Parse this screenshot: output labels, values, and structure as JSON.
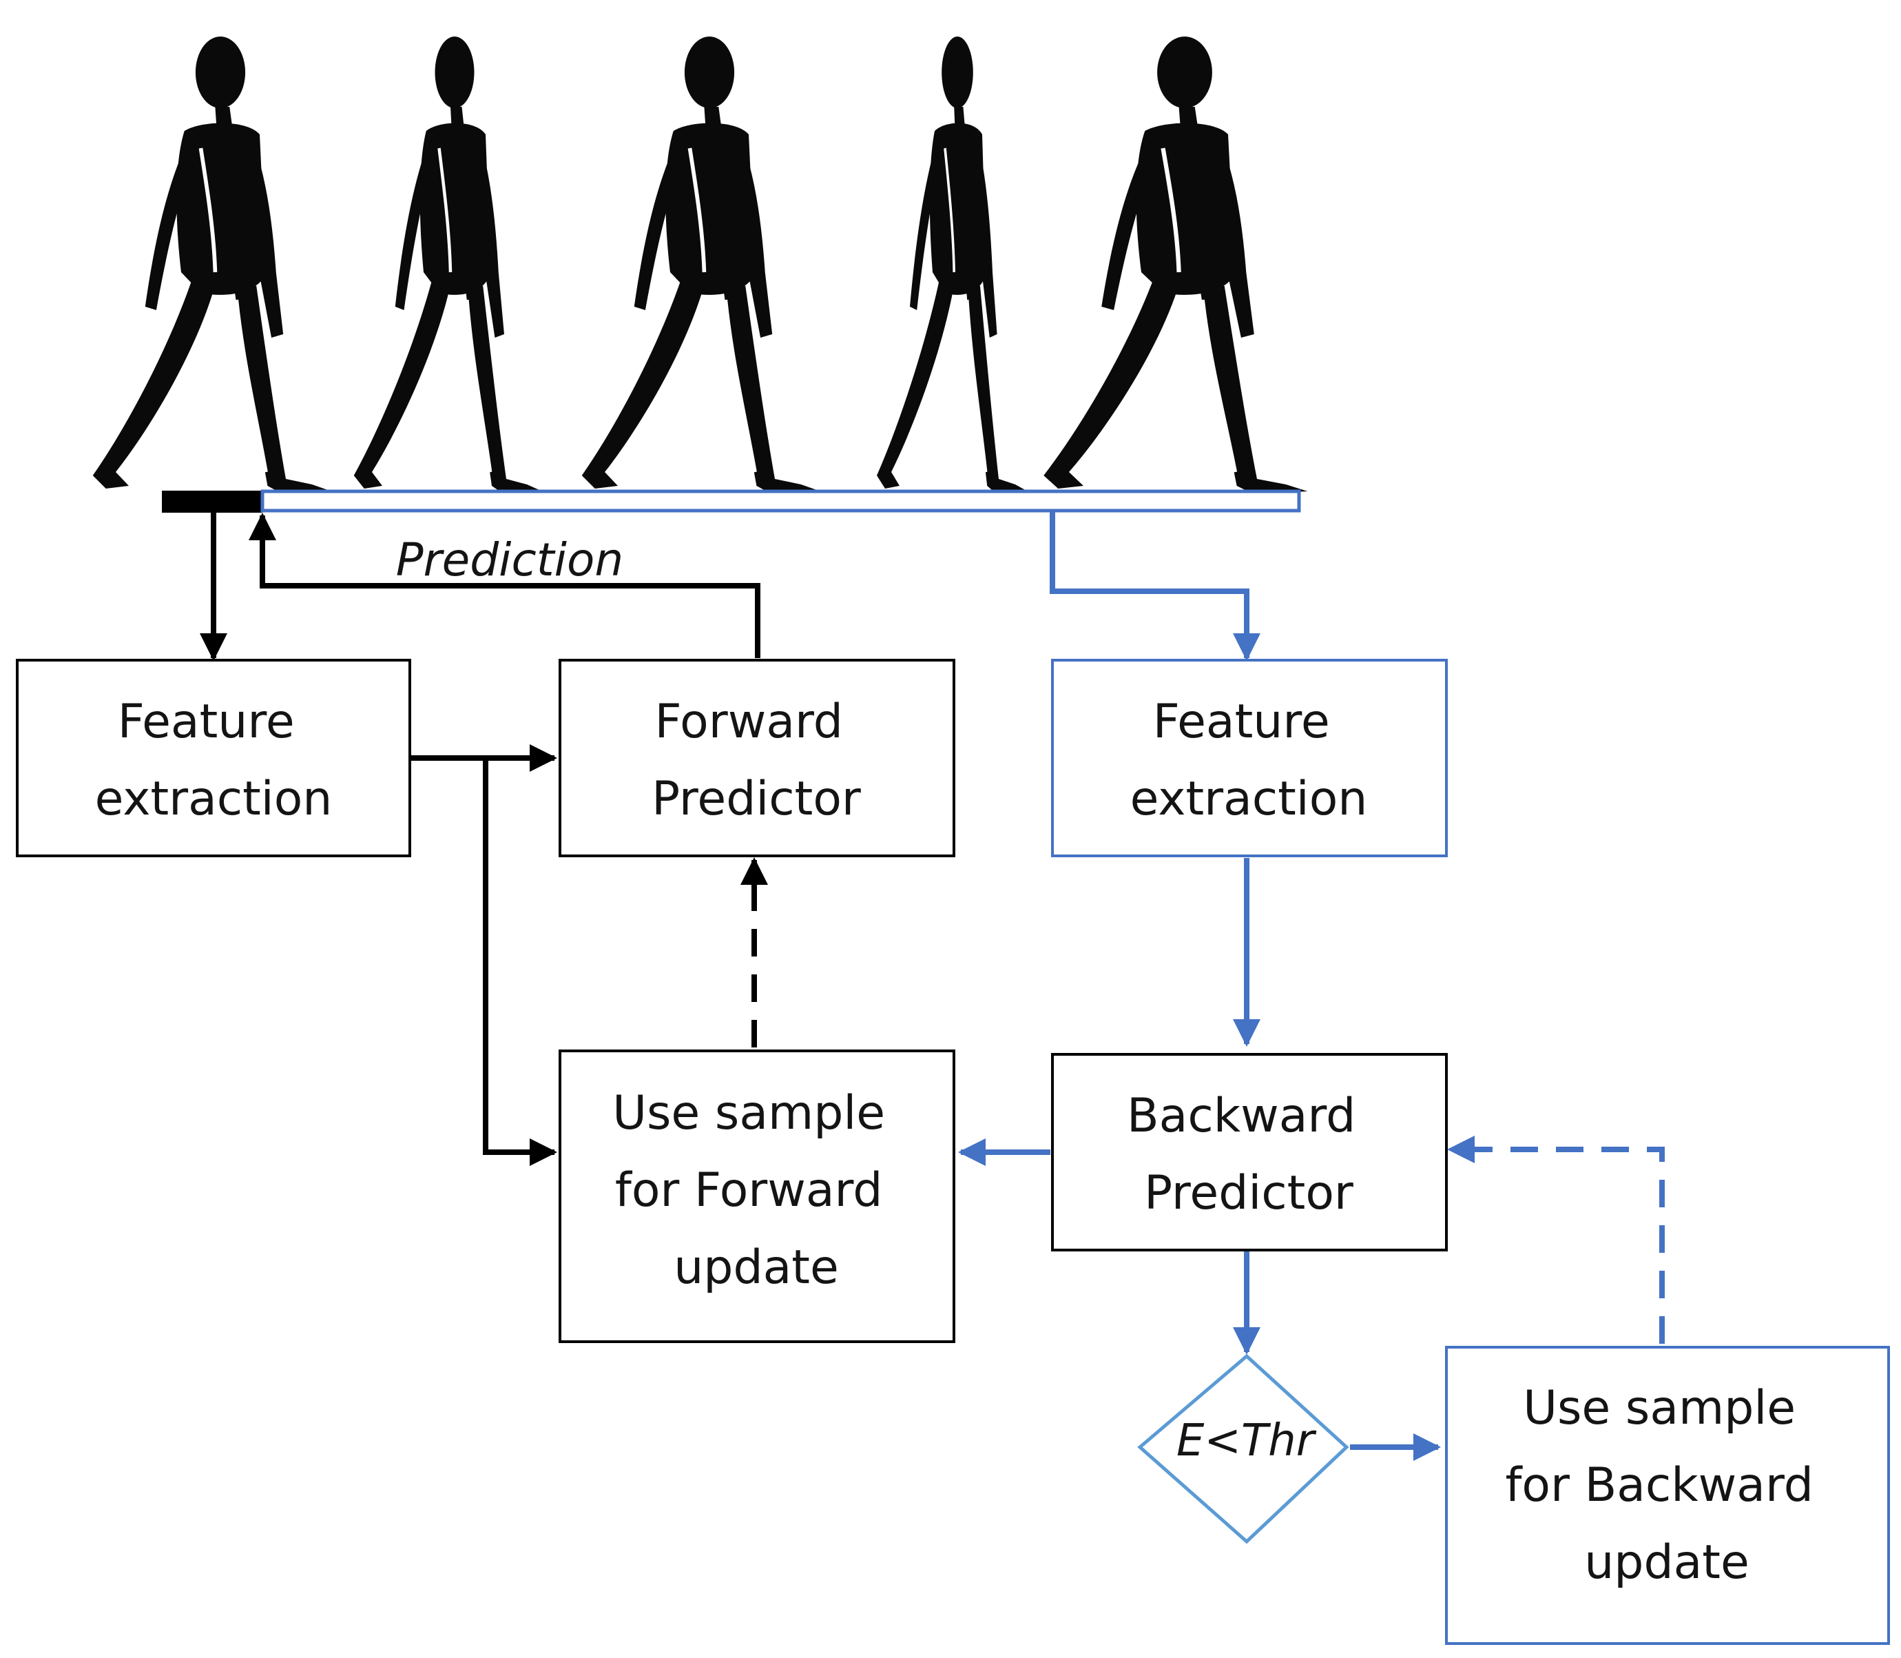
{
  "colors": {
    "forward": "#000000",
    "backward": "#4472c4",
    "background": "#ffffff"
  },
  "illustration": {
    "subject": "walking human figure silhouettes",
    "figure_count": 5
  },
  "labels": {
    "prediction": "Prediction",
    "decision": "E<Thr"
  },
  "nodes": {
    "feature_extraction_forward": [
      "Feature",
      "extraction"
    ],
    "forward_predictor": [
      "Forward",
      "Predictor"
    ],
    "feature_extraction_backward": [
      "Feature",
      "extraction"
    ],
    "use_sample_forward": [
      "Use sample",
      "for Forward",
      "update"
    ],
    "backward_predictor": [
      "Backward",
      "Predictor"
    ],
    "use_sample_backward": [
      "Use sample",
      "for Backward",
      "update"
    ]
  }
}
